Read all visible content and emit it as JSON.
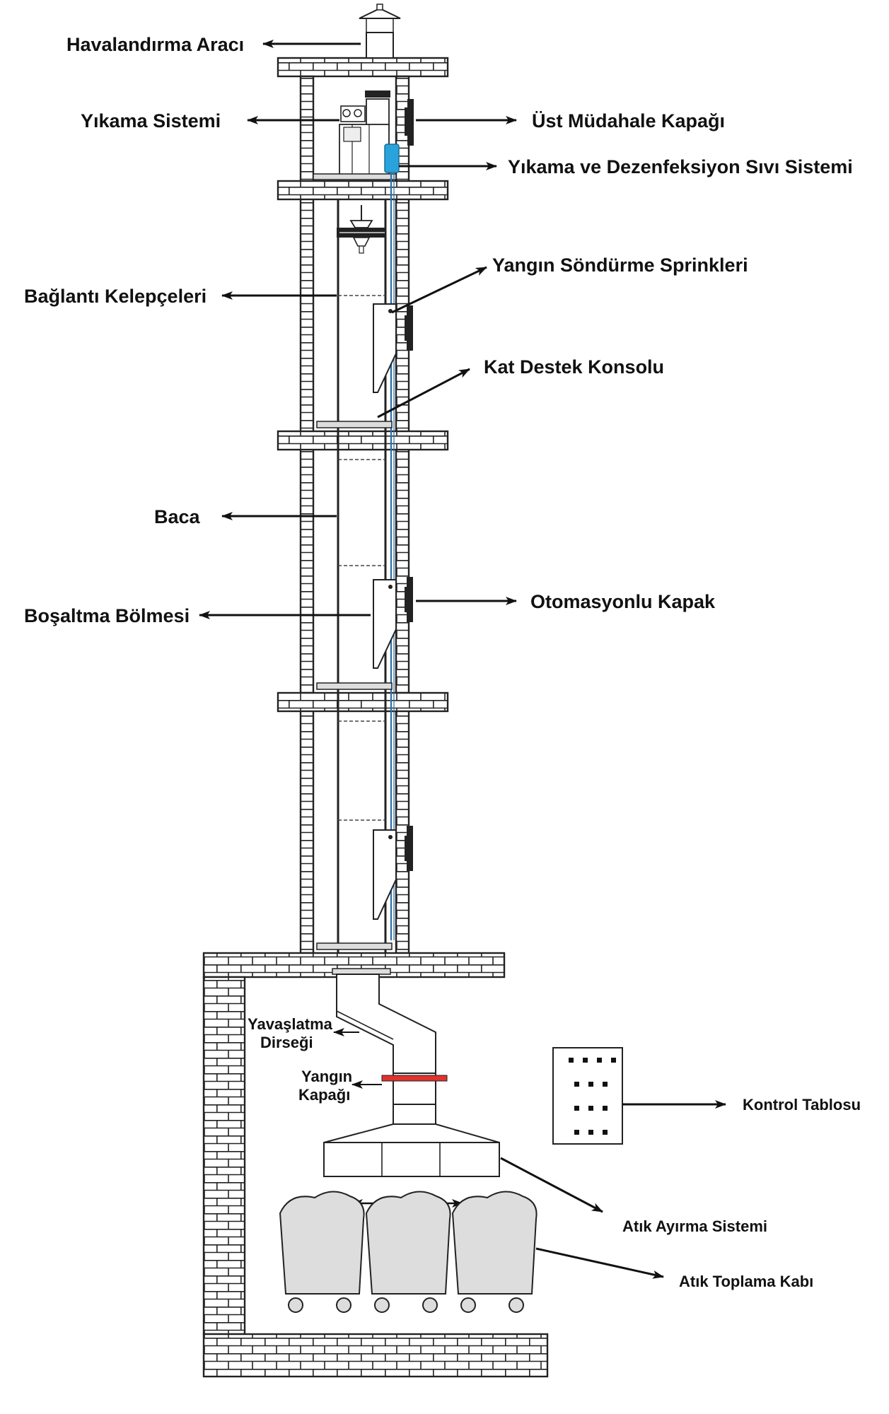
{
  "colors": {
    "fire_damper": "#e0322c",
    "sprinkler_pipe": "#2f6fa6",
    "disinfection_tank": "#29a3dc",
    "waste_bin": "#dddddd",
    "brick_line": "#222222"
  },
  "labels": {
    "ventilation": "Havalandırma Aracı",
    "washing_system": "Yıkama Sistemi",
    "top_access_door": "Üst Müdahale Kapağı",
    "wash_disinfection": "Yıkama ve Dezenfeksiyon Sıvı Sistemi",
    "fire_sprinklers": "Yangın Söndürme Sprinkleri",
    "connection_clamps": "Bağlantı Kelepçeleri",
    "floor_bracket": "Kat Destek Konsolu",
    "chute": "Baca",
    "automated_door": "Otomasyonlu Kapak",
    "discharge_chamber": "Boşaltma Bölmesi",
    "slowdown_elbow": [
      "Yavaşlatma",
      "Dirseği"
    ],
    "fire_damper": [
      "Yangın",
      "Kapağı"
    ],
    "control_panel": "Kontrol Tablosu",
    "separation_system": "Atık Ayırma Sistemi",
    "collection_bin": "Atık Toplama Kabı"
  },
  "icons": [
    "ventilation-cap-icon",
    "washing-unit-icon",
    "access-door-icon",
    "sprinkler-icon",
    "hopper-door-icon",
    "waste-bin-icon",
    "control-panel-icon"
  ]
}
